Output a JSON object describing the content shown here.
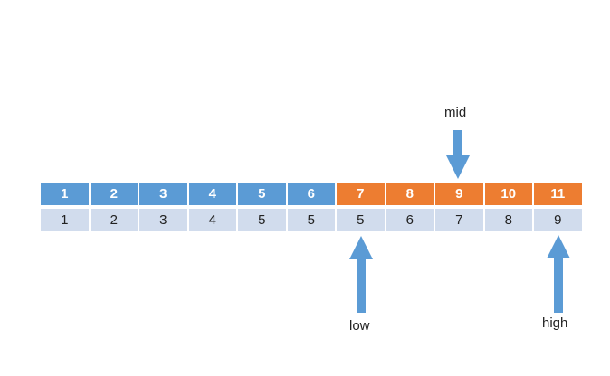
{
  "index_row": [
    {
      "label": "1",
      "color": "#5b9bd5"
    },
    {
      "label": "2",
      "color": "#5b9bd5"
    },
    {
      "label": "3",
      "color": "#5b9bd5"
    },
    {
      "label": "4",
      "color": "#5b9bd5"
    },
    {
      "label": "5",
      "color": "#5b9bd5"
    },
    {
      "label": "6",
      "color": "#5b9bd5"
    },
    {
      "label": "7",
      "color": "#ed7d31"
    },
    {
      "label": "8",
      "color": "#ed7d31"
    },
    {
      "label": "9",
      "color": "#ed7d31"
    },
    {
      "label": "10",
      "color": "#ed7d31"
    },
    {
      "label": "11",
      "color": "#ed7d31"
    }
  ],
  "value_row": [
    "1",
    "2",
    "3",
    "4",
    "5",
    "5",
    "5",
    "6",
    "7",
    "8",
    "9"
  ],
  "pointers": {
    "mid": {
      "label": "mid",
      "position": 9
    },
    "low": {
      "label": "low",
      "position": 7
    },
    "high": {
      "label": "high",
      "position": 11
    }
  },
  "arrow_color": "#5b9bd5"
}
